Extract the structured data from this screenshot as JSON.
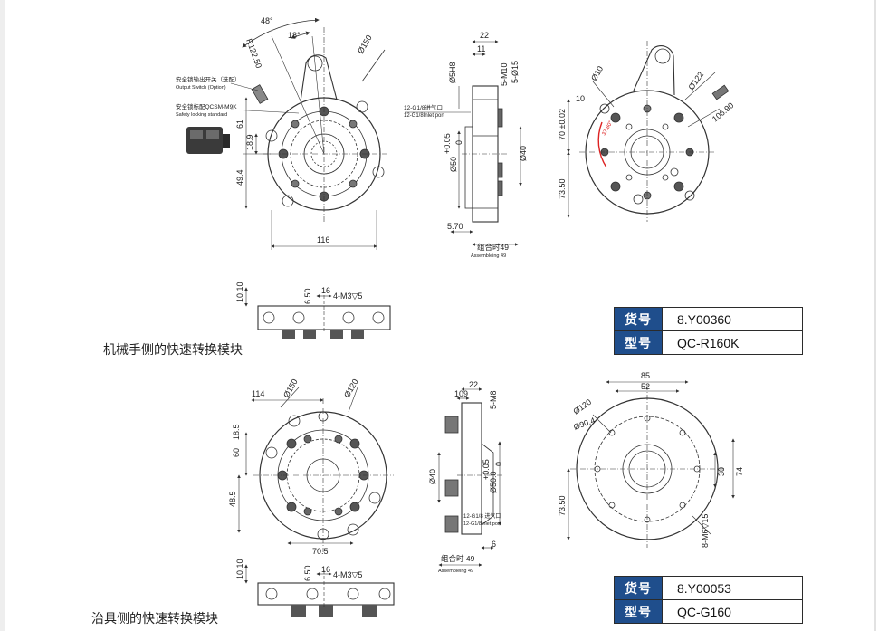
{
  "sections": {
    "robot_side": "机械手侧的快速转换模块",
    "tool_side": "治具侧的快速转换模块"
  },
  "tables": {
    "robot": {
      "item_key": "货号",
      "item_val": "8.Y00360",
      "model_key": "型号",
      "model_val": "QC-R160K"
    },
    "tool": {
      "item_key": "货号",
      "item_val": "8.Y00053",
      "model_key": "型号",
      "model_val": "QC-G160"
    }
  },
  "callouts": {
    "switch_cn": "安全锁输出开关（选配）",
    "switch_en": "Output Switch (Option)",
    "lock_cn": "安全锁标配QCSM-M9K",
    "lock_en": "Safety locking standard",
    "inlet_cn": "12-G1/8进气口",
    "inlet_en": "12-G1/8Inlet port",
    "inlet2_cn": "12-G1/8 进气口",
    "inlet2_en": "12-G1/8Inlet port",
    "assembly_cn": "组合时49",
    "assembly_en": "Assembleing 49",
    "assembly2_cn": "组合时 49",
    "assembly2_en": "Assembleing 49"
  },
  "dims": {
    "r_48": "48°",
    "r_18": "18°",
    "r_r122": "R122.50",
    "r_d150": "Ø150",
    "r_61": "61",
    "r_189": "18.9",
    "r_494": "49.4",
    "r_116": "116",
    "s_22": "22",
    "s_11": "11",
    "s_d5h8": "Ø5H8",
    "s_5m10": "5-M10",
    "s_5d15": "5-Ø15",
    "s_005": "+0.05",
    "s_0": "0",
    "s_d50": "Ø50",
    "s_d40": "Ø40",
    "s_570": "5.70",
    "f_d10": "Ø10",
    "f_10": "10",
    "f_d122": "Ø122",
    "f_10690": "106.90",
    "f_70": "70 ±0.02",
    "f_7350": "73.50",
    "f_37": "37.80°",
    "rb_1010": "10.10",
    "rb_650": "6.50",
    "rb_16": "16",
    "rb_4m3": "4-M3▽5",
    "t_114": "114",
    "t_d150": "Ø150",
    "t_d120": "Ø120",
    "t_185": "18.5",
    "t_60": "60",
    "t_485": "48.5",
    "t_705": "70.5",
    "ts_22": "22",
    "ts_10": "10",
    "ts_9": "9",
    "ts_5m8": "5-M8",
    "ts_d40": "Ø40",
    "ts_005": "+0.05",
    "ts_0": "0",
    "ts_d50": "Ø50.0",
    "ts_6": "6",
    "ts_49": "49",
    "tf_85": "85",
    "tf_52": "52",
    "tf_d120": "Ø120",
    "tf_d904": "Ø90.4",
    "tf_30": "30",
    "tf_74": "74",
    "tf_7350": "73.50",
    "tf_8m6": "8-M6▽15",
    "tb_1010": "10.10",
    "tb_650": "6.50",
    "tb_16": "16",
    "tb_4m3": "4-M3▽5"
  }
}
